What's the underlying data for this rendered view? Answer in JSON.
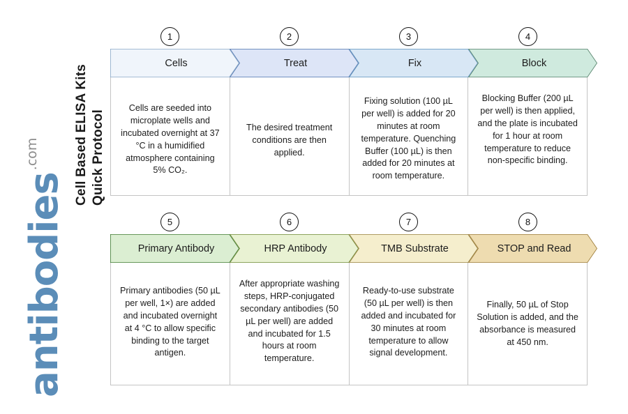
{
  "branding": {
    "title_line1": "Cell Based ELISA Kits",
    "title_line2": "Quick Protocol",
    "logo_word": "antibodies",
    "logo_tld": ".com",
    "logo_color": "#5b8db8",
    "logo_tld_color": "#8d8d8d"
  },
  "rows": [
    {
      "steps": [
        {
          "number": "1",
          "label": "Cells",
          "body": "Cells are seeded into microplate wells and incubated overnight at 37 °C in a humidified atmosphere containing 5% CO₂.",
          "fill": "#f0f5fb",
          "stroke": "#8aa9c8"
        },
        {
          "number": "2",
          "label": "Treat",
          "body": "The desired treatment conditions are then applied.",
          "fill": "#dde5f7",
          "stroke": "#4f75ad"
        },
        {
          "number": "3",
          "label": "Fix",
          "body": "Fixing solution (100 µL per well) is added for 20 minutes at room temperature. Quenching Buffer (100 µL) is then added for 20 minutes at room temperature.",
          "fill": "#d8e7f5",
          "stroke": "#5f93bd"
        },
        {
          "number": "4",
          "label": "Block",
          "body": "Blocking Buffer (200 µL per well) is then applied, and the plate is incubated for 1 hour at room temperature to reduce non-specific binding.",
          "fill": "#cfeade",
          "stroke": "#55806a"
        }
      ]
    },
    {
      "steps": [
        {
          "number": "5",
          "label": "Primary Antibody",
          "body": "Primary antibodies (50 µL per well, 1×) are added and incubated overnight at 4 °C to allow specific binding to the target antigen.",
          "fill": "#dbeed2",
          "stroke": "#3f7a33"
        },
        {
          "number": "6",
          "label": "HRP Antibody",
          "body": "After appropriate washing steps, HRP-conjugated secondary antibodies (50 µL per well) are added and incubated for 1.5 hours at room temperature.",
          "fill": "#e9f2d3",
          "stroke": "#6e8a36"
        },
        {
          "number": "7",
          "label": "TMB Substrate",
          "body": "Ready-to-use substrate (50 µL per well) is then added and incubated for 30 minutes at room temperature to allow signal development.",
          "fill": "#f5eecd",
          "stroke": "#97803e"
        },
        {
          "number": "8",
          "label": "STOP and Read",
          "body": "Finally, 50 µL of Stop Solution is added, and the absorbance is measured at 450 nm.",
          "fill": "#eedcb0",
          "stroke": "#9c7c3a"
        }
      ]
    }
  ]
}
